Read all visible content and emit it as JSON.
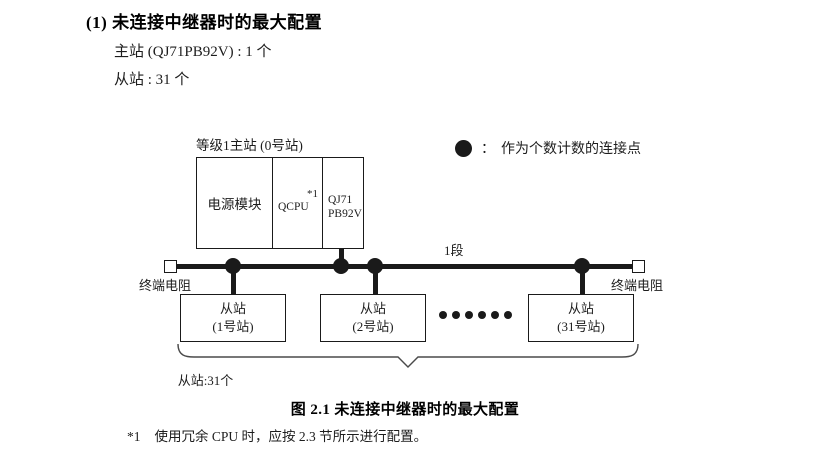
{
  "heading": {
    "number": "(1)",
    "text": "未连接中继器时的最大配置",
    "full": "(1) 未连接中继器时的最大配置"
  },
  "specs": {
    "master": "主站 (QJ71PB92V) : 1 个",
    "slave": "从站 : 31 个"
  },
  "legend": {
    "marker_icon": "filled-circle-icon",
    "colon": "：",
    "text": "作为个数计数的连接点"
  },
  "diagram": {
    "master": {
      "caption": "等级1主站 (0号站)",
      "slots": [
        {
          "name": "power-module",
          "label": "电源模块"
        },
        {
          "name": "cpu-module",
          "label": "QCPU",
          "note": "*1"
        },
        {
          "name": "network-module",
          "line1": "QJ71",
          "line2": "PB92V"
        }
      ]
    },
    "bus": {
      "segment_label": "1段",
      "terminator_left_label": "终端电阻",
      "terminator_right_label": "终端电阻"
    },
    "slaves": [
      {
        "title": "从站",
        "station": "(1号站)"
      },
      {
        "title": "从站",
        "station": "(2号站)"
      },
      {
        "title": "从站",
        "station": "(31号站)"
      }
    ],
    "ellipsis_count": 6,
    "brace_label": "从站:31个"
  },
  "figure_caption": "图 2.1  未连接中继器时的最大配置",
  "footnote": {
    "mark": "*1",
    "text": "使用冗余 CPU 时，应按 2.3 节所示进行配置。"
  },
  "colors": {
    "ink": "#1a1a1a",
    "paper": "#ffffff"
  }
}
